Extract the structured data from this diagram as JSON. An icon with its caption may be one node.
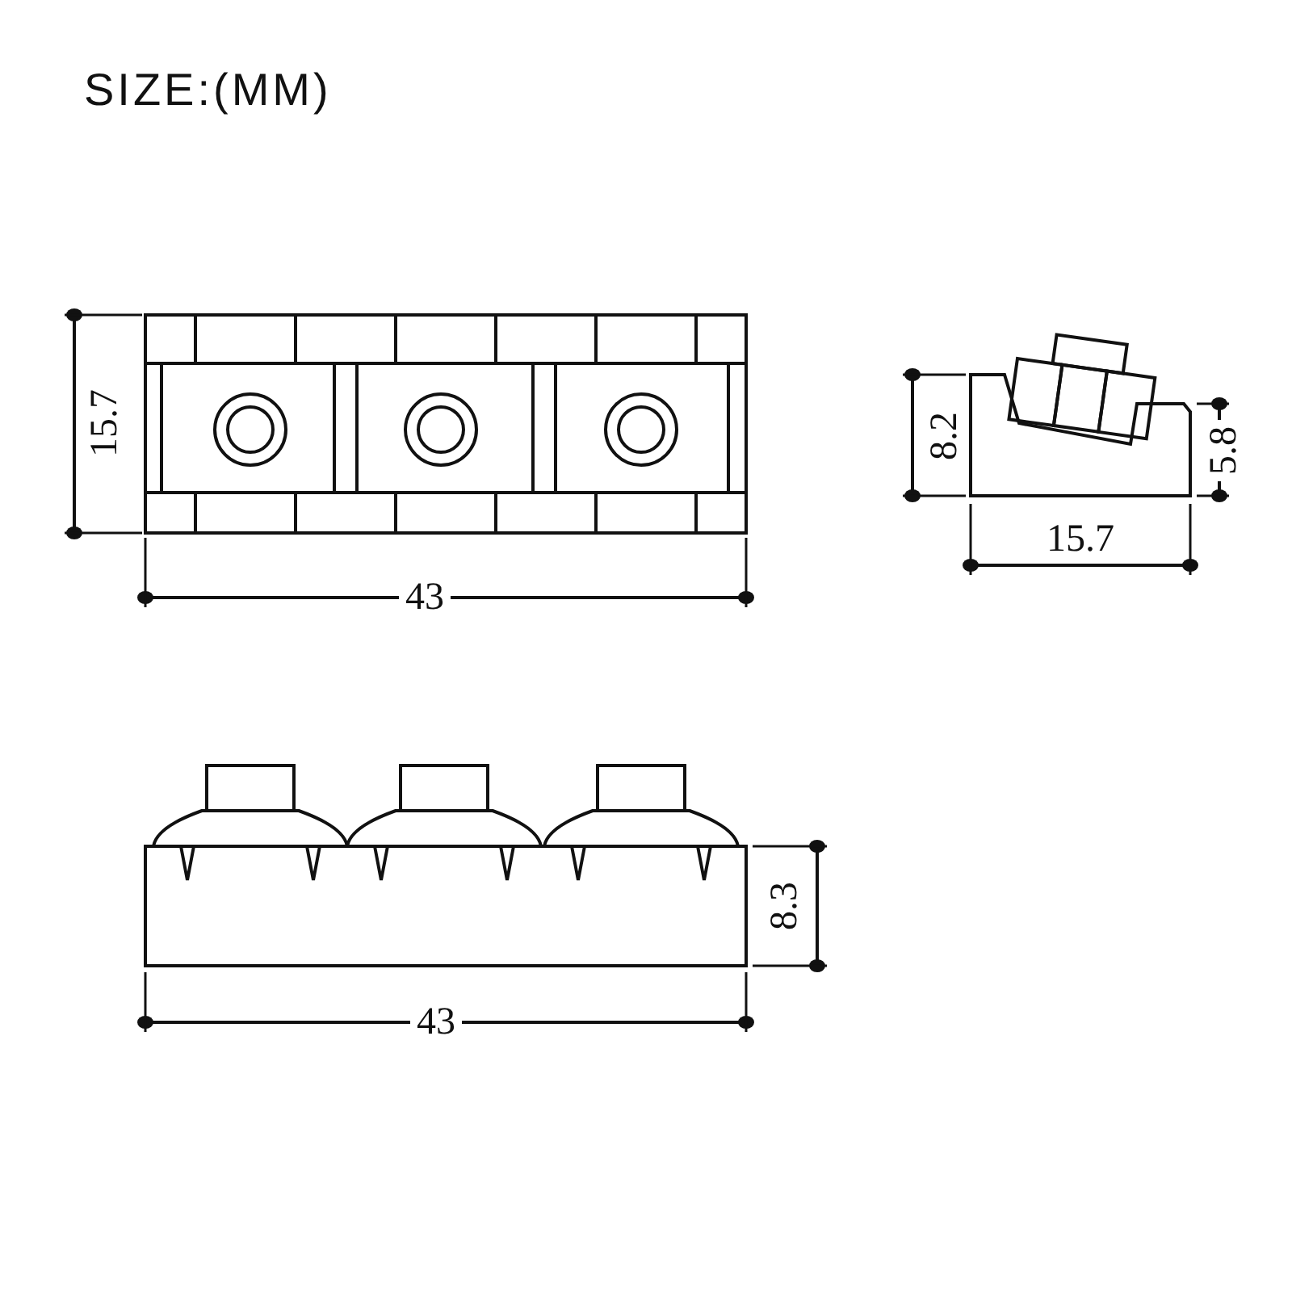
{
  "diagram": {
    "title": "SIZE:(MM)",
    "labels": [
      "15.7",
      "43",
      "8.2",
      "5.8",
      "15.7",
      "8.3",
      "43"
    ]
  }
}
